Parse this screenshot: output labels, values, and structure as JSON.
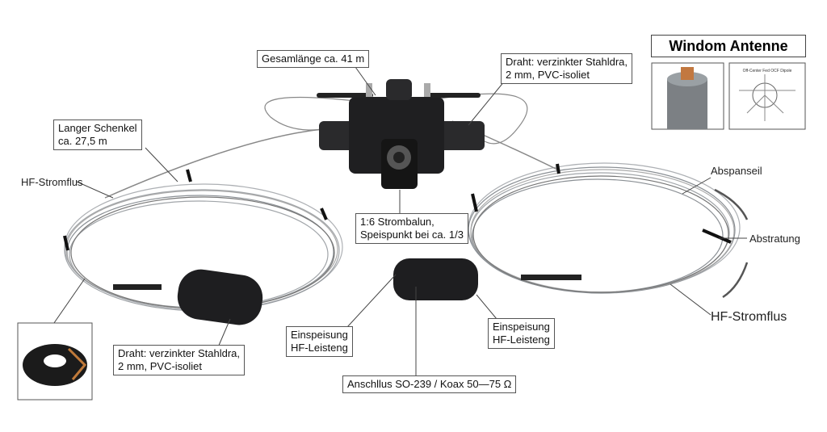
{
  "title": "Windom Antenne",
  "labels": {
    "total_length": "Gesamlänge ca. 41 m",
    "wire_top_1": "Draht: verzinkter Stahldra,",
    "wire_top_2": "2 mm, PVC-isoliet",
    "long_leg_1": "Langer Schenkel",
    "long_leg_2": "ca. 27,5 m",
    "hf_flow_left": "HF-Stromflus",
    "balun_1": "1:6 Strombalun,",
    "balun_2": "Speispunkt bei ca. 1/3",
    "guy_rope": "Abspanseil",
    "radiation": "Abstratung",
    "hf_flow_right": "HF-Stromflus",
    "wire_bottom_1": "Draht: verzinkter Stahldra,",
    "wire_bottom_2": "2 mm, PVC-isoliet",
    "feed_left_1": "Einspeisung",
    "feed_left_2": "HF-Leisteng",
    "feed_right_1": "Einspeisung",
    "feed_right_2": "HF-Leisteng",
    "connector": "Anschllus SO-239 / Koax 50—75 Ω"
  },
  "inset_diagram_title": "Off-Center Fed OCF Dipole"
}
